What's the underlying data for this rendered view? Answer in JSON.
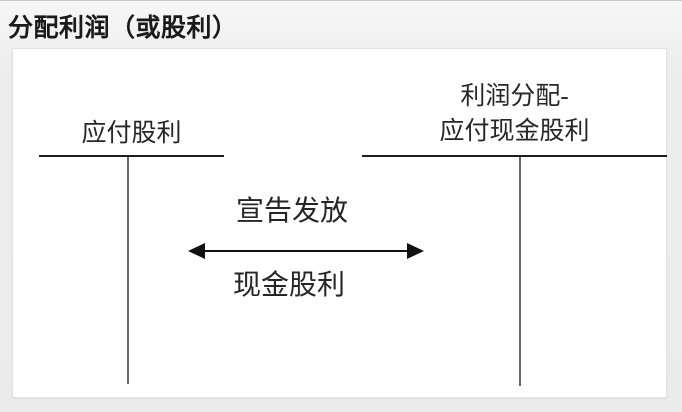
{
  "title": "分配利润（或股利）",
  "diagram": {
    "left_account": {
      "label": "应付股利"
    },
    "right_account": {
      "label_line1": "利润分配-",
      "label_line2": "应付现金股利"
    },
    "arrow_label_top": "宣告发放",
    "arrow_label_bottom": "现金股利",
    "arrow_icon": "double-headed-arrow-icon"
  },
  "colors": {
    "page_bg": "#ebebeb",
    "panel_bg": "#ffffff",
    "rule_line": "#1d1d1d",
    "divider_line": "#676767",
    "text": "#262626",
    "arrow": "#111111"
  }
}
